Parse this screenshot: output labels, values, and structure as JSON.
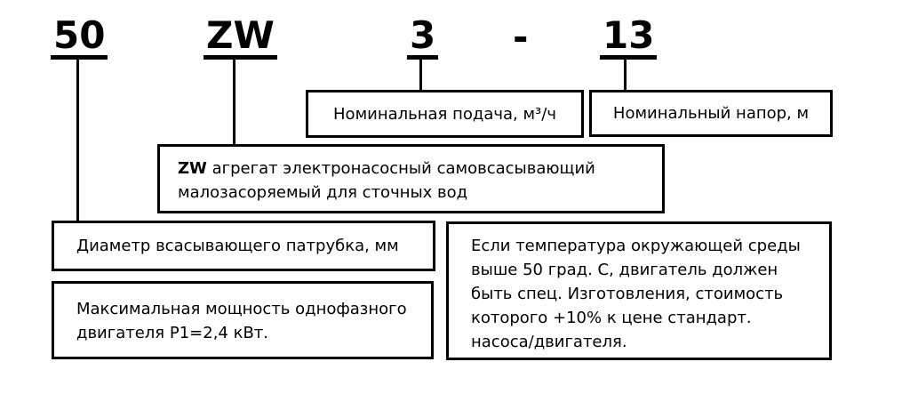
{
  "designation": {
    "size": "50",
    "series": "ZW",
    "flow": "3",
    "separator": "-",
    "head": "13"
  },
  "labels": {
    "flow_box": "Номинальная подача, м³/ч",
    "head_box": "Номинальный напор, м",
    "series_box_prefix": "ZW",
    "series_box_text": " агрегат электронасосный самовсасывающий малозасоряемый для сточных вод",
    "diameter_box": "Диаметр всасывающего патрубка, мм",
    "power_box": "Максимальная мощность однофазного двигателя Р1=2,4 кВт.",
    "temperature_box": "Если температура окружающей среды выше 50 град. С, двигатель должен быть спец. Изготовления, стоимость которого +10% к цене стандарт. насоса/двигателя."
  },
  "colors": {
    "line": "#000000",
    "text": "#000000",
    "background": "#ffffff"
  }
}
